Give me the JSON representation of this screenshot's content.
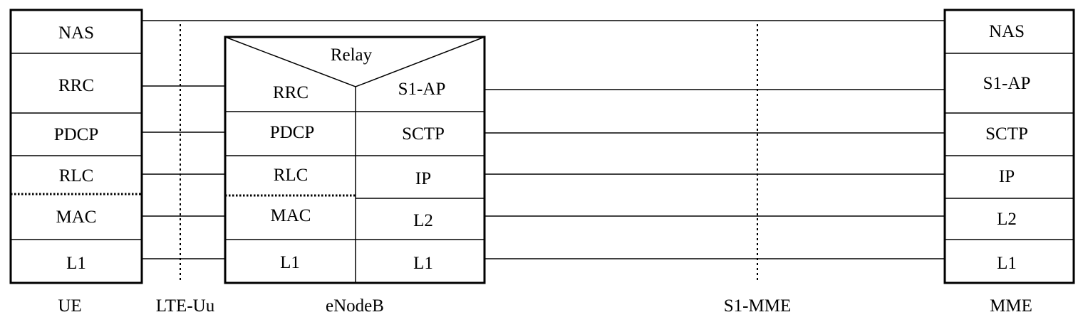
{
  "ue": {
    "label": "UE",
    "layers": {
      "nas": "NAS",
      "rrc": "RRC",
      "pdcp": "PDCP",
      "rlc": "RLC",
      "mac": "MAC",
      "l1": "L1"
    }
  },
  "lte_uu": {
    "label": "LTE-Uu"
  },
  "enodeb": {
    "label": "eNodeB",
    "relay": "Relay",
    "left": {
      "rrc": "RRC",
      "pdcp": "PDCP",
      "rlc": "RLC",
      "mac": "MAC",
      "l1": "L1"
    },
    "right": {
      "s1ap": "S1-AP",
      "sctp": "SCTP",
      "ip": "IP",
      "l2": "L2",
      "l1": "L1"
    }
  },
  "s1_mme": {
    "label": "S1-MME"
  },
  "mme": {
    "label": "MME",
    "layers": {
      "nas": "NAS",
      "s1ap": "S1-AP",
      "sctp": "SCTP",
      "ip": "IP",
      "l2": "L2",
      "l1": "L1"
    }
  }
}
